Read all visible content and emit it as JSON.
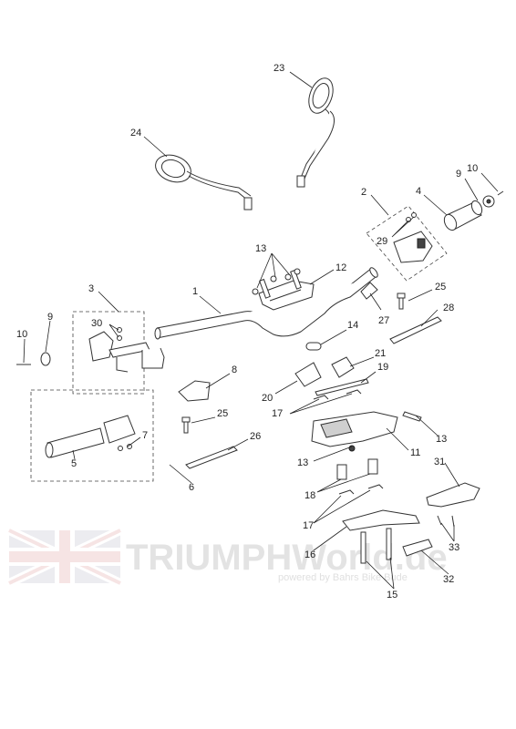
{
  "callouts": [
    {
      "id": "c23",
      "text": "23"
    },
    {
      "id": "c24",
      "text": "24"
    },
    {
      "id": "c2",
      "text": "2"
    },
    {
      "id": "c4",
      "text": "4"
    },
    {
      "id": "c9a",
      "text": "9"
    },
    {
      "id": "c10a",
      "text": "10"
    },
    {
      "id": "c29",
      "text": "29"
    },
    {
      "id": "c13a",
      "text": "13"
    },
    {
      "id": "c12",
      "text": "12"
    },
    {
      "id": "c1",
      "text": "1"
    },
    {
      "id": "c3",
      "text": "3"
    },
    {
      "id": "c25a",
      "text": "25"
    },
    {
      "id": "c27",
      "text": "27"
    },
    {
      "id": "c28",
      "text": "28"
    },
    {
      "id": "c30",
      "text": "30"
    },
    {
      "id": "c9b",
      "text": "9"
    },
    {
      "id": "c10b",
      "text": "10"
    },
    {
      "id": "c14",
      "text": "14"
    },
    {
      "id": "c21",
      "text": "21"
    },
    {
      "id": "c19",
      "text": "19"
    },
    {
      "id": "c8",
      "text": "8"
    },
    {
      "id": "c20",
      "text": "20"
    },
    {
      "id": "c17a",
      "text": "17"
    },
    {
      "id": "c25b",
      "text": "25"
    },
    {
      "id": "c7",
      "text": "7"
    },
    {
      "id": "c13b",
      "text": "13"
    },
    {
      "id": "c26",
      "text": "26"
    },
    {
      "id": "c5",
      "text": "5"
    },
    {
      "id": "c11",
      "text": "11"
    },
    {
      "id": "c13c",
      "text": "13"
    },
    {
      "id": "c6",
      "text": "6"
    },
    {
      "id": "c31",
      "text": "31"
    },
    {
      "id": "c18",
      "text": "18"
    },
    {
      "id": "c17b",
      "text": "17"
    },
    {
      "id": "c33",
      "text": "33"
    },
    {
      "id": "c16",
      "text": "16"
    },
    {
      "id": "c32",
      "text": "32"
    },
    {
      "id": "c15",
      "text": "15"
    }
  ],
  "watermark": {
    "brand": "TRIUMPHWorld.de",
    "tagline": "powered by Bahrs Bike Bude",
    "flag_icon": "union-jack-icon"
  },
  "colors": {
    "line": "#222222",
    "watermark": "#e3e3e3"
  }
}
